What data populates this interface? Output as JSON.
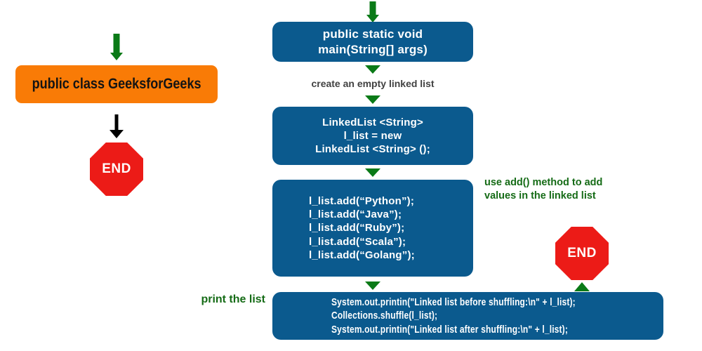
{
  "diagram": {
    "title": "Java LinkedList shuffle program flowchart",
    "colors": {
      "process_box": "#0b5a8e",
      "class_box": "#f97b06",
      "stop_sign": "#ec1b17",
      "arrow_green": "#0a7a17",
      "arrow_black": "#000000",
      "label_gray": "#414141",
      "label_green": "#156b16",
      "background": "#ffffff"
    },
    "left_branch": {
      "class_box": {
        "text": "public class GeeksforGeeks"
      },
      "end_node": {
        "label": "END"
      },
      "arrow_into_class": {
        "icon": "arrow-down-icon",
        "color": "#0a7a17"
      },
      "arrow_to_end": {
        "icon": "arrow-down-icon",
        "color": "#000000"
      }
    },
    "main_branch": {
      "arrow_top": {
        "icon": "arrow-down-icon",
        "color": "#0a7a17"
      },
      "main_method_box": {
        "lines": [
          "public static void",
          "main(String[] args)"
        ]
      },
      "label_create_list": {
        "text": "create an empty linked list"
      },
      "linkedlist_box": {
        "lines": [
          "LinkedList <String>",
          "l_list = new",
          "LinkedList <String> ();"
        ]
      },
      "add_box": {
        "lines": [
          "l_list.add(“Python”);",
          "l_list.add(“Java”);",
          "l_list.add(“Ruby”);",
          "l_list.add(“Scala”);",
          "l_list.add(“Golang”);"
        ]
      },
      "label_add_method": {
        "text": "use add() method to add\nvalues in the linked list"
      },
      "label_print_list": {
        "text": "print the list"
      },
      "print_box": {
        "lines": [
          "System.out.printin(\"Linked list before shuffling:\\n\" + l_list);",
          "Collections.shuffle(l_list);",
          "System.out.printin(\"Linked list after shuffling:\\n\" + l_list);"
        ]
      },
      "end_node": {
        "label": "END"
      },
      "arrow_end_up": {
        "icon": "arrow-up-icon",
        "color": "#0a7a17"
      }
    }
  }
}
